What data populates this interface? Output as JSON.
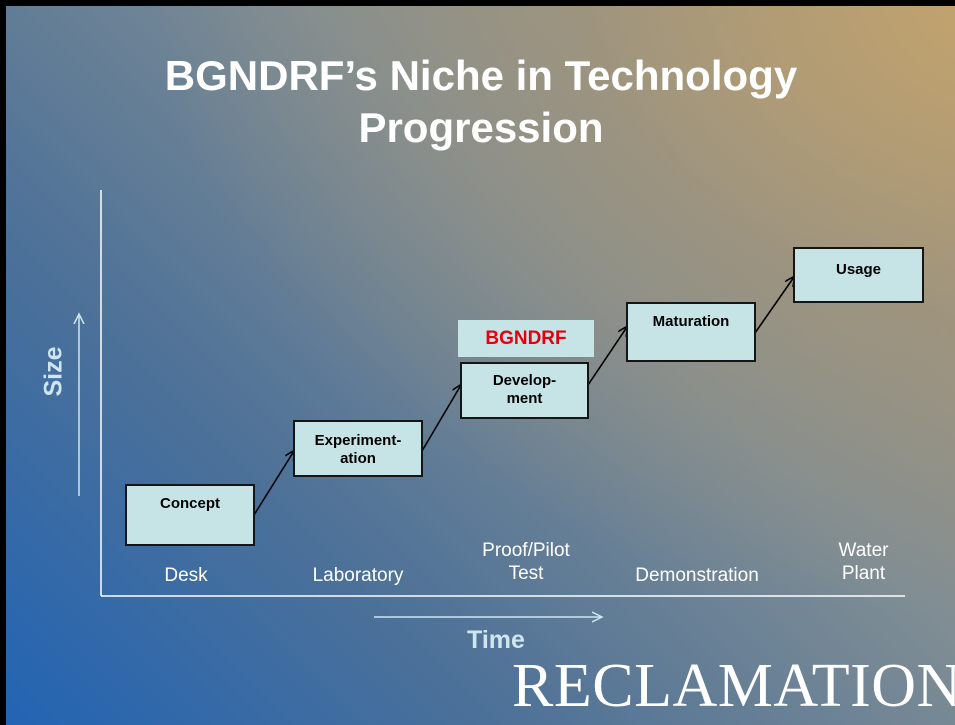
{
  "title": "BGNDRF’s Niche in Technology Progression",
  "axes": {
    "y_label": "Size",
    "x_label": "Time"
  },
  "highlight": {
    "label": "BGNDRF",
    "color": "#e4000c"
  },
  "boxes": [
    {
      "id": "concept",
      "label": "Concept"
    },
    {
      "id": "experimentation",
      "label": "Experiment-\nation"
    },
    {
      "id": "development",
      "label": "Develop-\nment"
    },
    {
      "id": "maturation",
      "label": "Maturation"
    },
    {
      "id": "usage",
      "label": "Usage"
    }
  ],
  "stages": [
    {
      "label": "Desk"
    },
    {
      "label": "Laboratory"
    },
    {
      "label": "Proof/Pilot\nTest"
    },
    {
      "label": "Demonstration"
    },
    {
      "label": "Water\nPlant"
    }
  ],
  "logo": "RECLAMATION",
  "colors": {
    "box_fill": "#c6e4e6",
    "axis_arrow": "#cde6ef",
    "text": "#ffffff"
  }
}
